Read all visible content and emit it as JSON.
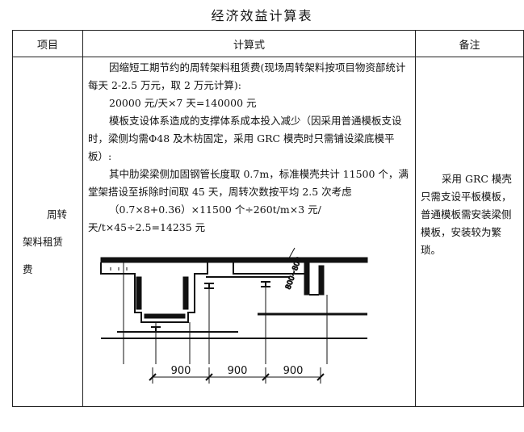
{
  "title": "经济效益计算表",
  "headers": {
    "item": "项目",
    "formula": "计算式",
    "note": "备注"
  },
  "item_label": {
    "line1": "周转",
    "line2": "架料租赁",
    "line3": "费"
  },
  "formula": {
    "p1": "因缩短工期节约的周转架料租赁费(现场周转架料按项目物资部统计每天 2-2.5 万元，取 2 万元计算):",
    "p2": "20000 元/天×7 天=140000 元",
    "p3": "模板支设体系造成的支撑体系成本投入减少（因采用普通模板支设时，梁侧均需Φ48 及木枋固定，采用 GRC 模壳时只需铺设梁底模平板）:",
    "p4": "其中肋梁梁侧加固钢管长度取 0.7m，标准模壳共计 11500 个，满堂架搭设至拆除时间取 45 天，周转次数按平均 2.5 次考虑",
    "p5": "（0.7×8+0.36）×11500 个÷260t/m×3 元/天/t×45÷2.5=14235 元"
  },
  "note": "采用 GRC 模壳只需支设平板模板，普通模板需安装梁侧模板，安装较为繁琐。",
  "diagram": {
    "dimension_labels": [
      "900",
      "900",
      "900"
    ],
    "height_label": "800~800"
  },
  "colors": {
    "wavy_underline": "#2e9b2e",
    "line": "#111111"
  }
}
